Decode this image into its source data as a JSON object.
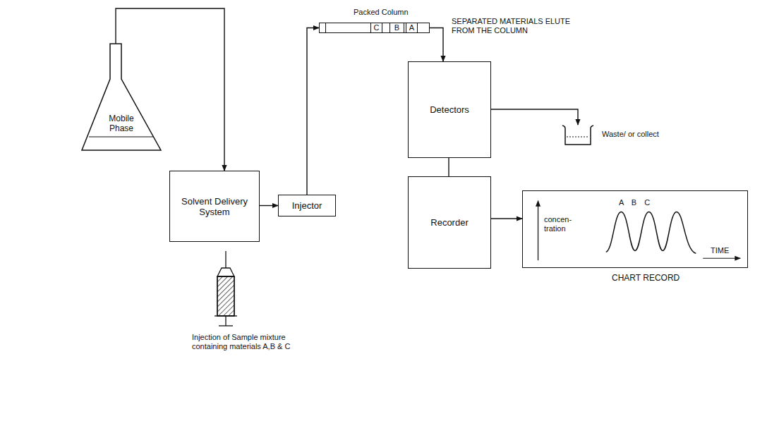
{
  "diagram": {
    "nodes": [
      {
        "text": [
          "Mobile Phase"
        ]
      },
      {
        "text": [
          "Solvent Delivery System"
        ]
      },
      {
        "text": [
          "Injector"
        ]
      },
      {
        "text": [
          "Packed Column"
        ]
      },
      {
        "text": [
          "C"
        ],
        "in": 3
      },
      {
        "text": [
          "B"
        ],
        "in": 3
      },
      {
        "text": [
          "A"
        ],
        "in": 3
      },
      {
        "text": [
          "Detectors"
        ]
      },
      {
        "text": [
          "Waste/ or collect"
        ]
      },
      {
        "text": [
          "Recorder"
        ]
      },
      {
        "text": [
          "A B C",
          "concen- tration",
          "TIME",
          "CHART RECORD"
        ]
      }
    ],
    "edges": [
      {
        "from": 0,
        "to": 1,
        "arrow": "to"
      },
      {
        "from": 1,
        "to": 2,
        "arrow": "to"
      },
      {
        "from": 2,
        "to": 3,
        "arrow": "to"
      },
      {
        "from": 3,
        "to": 7,
        "arrow": "to"
      },
      {
        "from": 7,
        "to": 8,
        "arrow": "to"
      },
      {
        "from": 7,
        "to": 9,
        "arrow": "none"
      },
      {
        "from": 9,
        "to": 10,
        "arrow": "to"
      }
    ],
    "labels": [
      "SEPARATED MATERIALS ELUTE FROM THE COLUMN",
      "Injection of Sample mixture containing materials A,B & C"
    ]
  }
}
